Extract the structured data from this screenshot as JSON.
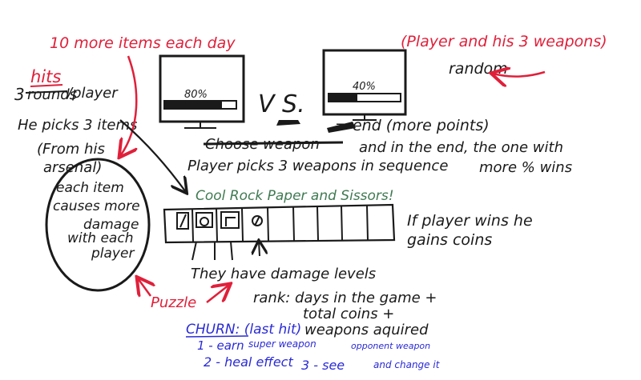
{
  "notes": {
    "items_per_day": "10 more items each day",
    "player_weapons": "(Player and his 3 weapons)",
    "random": "random",
    "hits_word": "hits",
    "hits_prefix": "3",
    "rounds_struck": "rounds",
    "per_player": "/player",
    "picks_items": "He picks 3 items",
    "from_arsenal_1": "(From his",
    "from_arsenal_2": "arsenal)",
    "vs": "V S.",
    "end_more_points": "= end (more points)",
    "choose_weapon_struck": "Choose weapon",
    "in_the_end": "and in the end, the one with",
    "more_pct_wins": "more % wins",
    "player_picks": "Player picks 3 weapons in sequence",
    "cool_rps": "Cool Rock Paper and Sissors!",
    "if_wins_1": "If player wins he",
    "if_wins_2": "gains coins",
    "damage_levels": "They have damage levels",
    "puzzle": "Puzzle",
    "rank_1": "rank: days in the game +",
    "rank_2": "total coins +",
    "rank_3": "weapons aquired",
    "churn": "CHURN: (last hit)",
    "churn_1a": "1 - earn",
    "churn_1b": "super weapon",
    "churn_2": "2 - heal effect",
    "churn_3a": "3 - see",
    "churn_3b": "opponent weapon",
    "churn_3c": "and change it"
  },
  "circle_note": [
    "each item",
    "causes more",
    "damage",
    "with each",
    "player"
  ],
  "screens": {
    "left_pct": "80%",
    "right_pct": "40%",
    "left_level": 0.8,
    "right_level": 0.4
  },
  "colors": {
    "ink": "#1a1a1a",
    "red": "#e0203a",
    "green": "#3f7a52",
    "blue": "#2a2ad6"
  }
}
